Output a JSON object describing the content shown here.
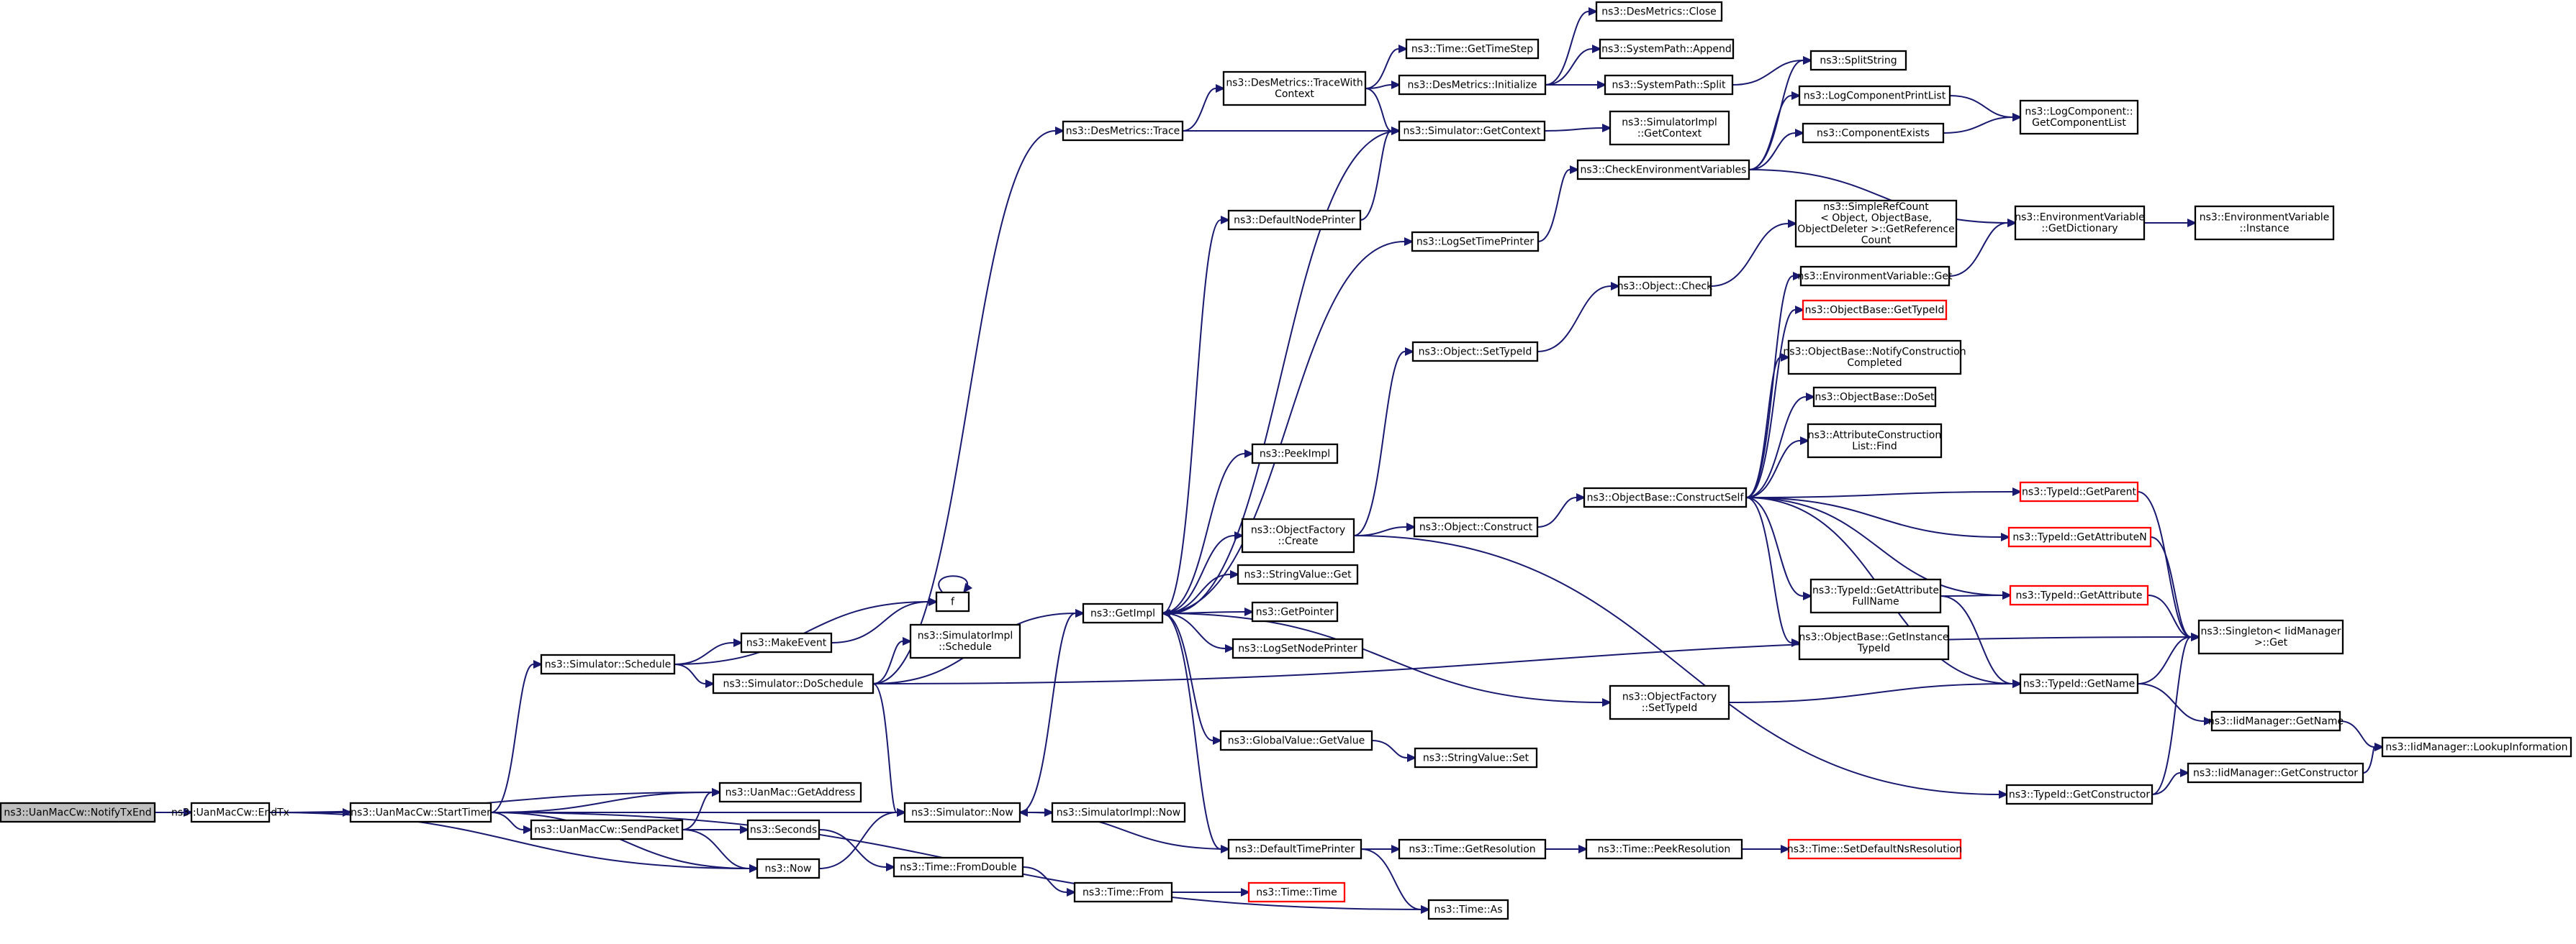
{
  "nodes": [
    {
      "id": "notifytxend",
      "lines": [
        "ns3::UanMacCw::NotifyTxEnd"
      ],
      "style": "root"
    },
    {
      "id": "endtx",
      "lines": [
        "ns3::UanMacCw::EndTx"
      ]
    },
    {
      "id": "starttimer",
      "lines": [
        "ns3::UanMacCw::StartTimer"
      ]
    },
    {
      "id": "getaddress",
      "lines": [
        "ns3::UanMac::GetAddress"
      ]
    },
    {
      "id": "now",
      "lines": [
        "ns3::Now"
      ]
    },
    {
      "id": "simnow",
      "lines": [
        "ns3::Simulator::Now"
      ]
    },
    {
      "id": "schedule",
      "lines": [
        "ns3::Simulator::Schedule"
      ]
    },
    {
      "id": "sendpacket",
      "lines": [
        "ns3::UanMacCw::SendPacket"
      ]
    },
    {
      "id": "timeas",
      "lines": [
        "ns3::Time::As"
      ]
    },
    {
      "id": "f",
      "lines": [
        "f"
      ]
    },
    {
      "id": "makeevent",
      "lines": [
        "ns3::MakeEvent"
      ]
    },
    {
      "id": "doschedule",
      "lines": [
        "ns3::Simulator::DoSchedule"
      ]
    },
    {
      "id": "simimplschedule",
      "lines": [
        "ns3::SimulatorImpl",
        "::Schedule"
      ]
    },
    {
      "id": "destrace",
      "lines": [
        "ns3::DesMetrics::Trace"
      ]
    },
    {
      "id": "getimpl",
      "lines": [
        "ns3::GetImpl"
      ]
    },
    {
      "id": "singletonget",
      "lines": [
        "ns3::Singleton< IidManager",
        ">::Get"
      ]
    },
    {
      "id": "seconds",
      "lines": [
        "ns3::Seconds"
      ]
    },
    {
      "id": "fromdouble",
      "lines": [
        "ns3::Time::FromDouble"
      ]
    },
    {
      "id": "simimplnow",
      "lines": [
        "ns3::SimulatorImpl::Now"
      ]
    },
    {
      "id": "tracewithcontext",
      "lines": [
        "ns3::DesMetrics::TraceWith",
        "Context"
      ]
    },
    {
      "id": "getcontext",
      "lines": [
        "ns3::Simulator::GetContext"
      ]
    },
    {
      "id": "defaultnodeprinter",
      "lines": [
        "ns3::DefaultNodePrinter"
      ]
    },
    {
      "id": "peekimpl",
      "lines": [
        "ns3::PeekImpl"
      ]
    },
    {
      "id": "factorycreate",
      "lines": [
        "ns3::ObjectFactory",
        "::Create"
      ]
    },
    {
      "id": "stringvalueget",
      "lines": [
        "ns3::StringValue::Get"
      ]
    },
    {
      "id": "getpointer",
      "lines": [
        "ns3::GetPointer"
      ]
    },
    {
      "id": "logsetnodeprinter",
      "lines": [
        "ns3::LogSetNodePrinter"
      ]
    },
    {
      "id": "globalvalueget",
      "lines": [
        "ns3::GlobalValue::GetValue"
      ]
    },
    {
      "id": "defaulttimeprinter",
      "lines": [
        "ns3::DefaultTimePrinter"
      ]
    },
    {
      "id": "timefrom",
      "lines": [
        "ns3::Time::From"
      ]
    },
    {
      "id": "timetime",
      "lines": [
        "ns3::Time::Time"
      ],
      "style": "trunc"
    },
    {
      "id": "timegetstep",
      "lines": [
        "ns3::Time::GetTimeStep"
      ]
    },
    {
      "id": "desinitialize",
      "lines": [
        "ns3::DesMetrics::Initialize"
      ]
    },
    {
      "id": "desclose",
      "lines": [
        "ns3::DesMetrics::Close"
      ]
    },
    {
      "id": "pathappend",
      "lines": [
        "ns3::SystemPath::Append"
      ]
    },
    {
      "id": "pathsplit",
      "lines": [
        "ns3::SystemPath::Split"
      ]
    },
    {
      "id": "simimplgetcontext",
      "lines": [
        "ns3::SimulatorImpl",
        "::GetContext"
      ]
    },
    {
      "id": "logsettimeprinter",
      "lines": [
        "ns3::LogSetTimePrinter"
      ]
    },
    {
      "id": "objsettypeid",
      "lines": [
        "ns3::Object::SetTypeId"
      ]
    },
    {
      "id": "objconstruct",
      "lines": [
        "ns3::Object::Construct"
      ]
    },
    {
      "id": "factorysettypeid",
      "lines": [
        "ns3::ObjectFactory",
        "::SetTypeId"
      ]
    },
    {
      "id": "stringvalueset",
      "lines": [
        "ns3::StringValue::Set"
      ]
    },
    {
      "id": "getresolution",
      "lines": [
        "ns3::Time::GetResolution"
      ]
    },
    {
      "id": "checkenv",
      "lines": [
        "ns3::CheckEnvironmentVariables"
      ]
    },
    {
      "id": "objcheck",
      "lines": [
        "ns3::Object::Check"
      ]
    },
    {
      "id": "constructself",
      "lines": [
        "ns3::ObjectBase::ConstructSelf"
      ]
    },
    {
      "id": "peekresolution",
      "lines": [
        "ns3::Time::PeekResolution"
      ]
    },
    {
      "id": "splitstring",
      "lines": [
        "ns3::SplitString"
      ]
    },
    {
      "id": "logcompprintlist",
      "lines": [
        "ns3::LogComponentPrintList"
      ]
    },
    {
      "id": "compexists",
      "lines": [
        "ns3::ComponentExists"
      ]
    },
    {
      "id": "simplerefcount",
      "lines": [
        "ns3::SimpleRefCount",
        "< Object, ObjectBase,",
        "ObjectDeleter >::GetReference",
        "Count"
      ]
    },
    {
      "id": "envget",
      "lines": [
        "ns3::EnvironmentVariable::Get"
      ]
    },
    {
      "id": "objbasegettypeid",
      "lines": [
        "ns3::ObjectBase::GetTypeId"
      ],
      "style": "trunc"
    },
    {
      "id": "notifyconstruction",
      "lines": [
        "ns3::ObjectBase::NotifyConstruction",
        "Completed"
      ]
    },
    {
      "id": "objbasedoset",
      "lines": [
        "ns3::ObjectBase::DoSet"
      ]
    },
    {
      "id": "attrconstfind",
      "lines": [
        "ns3::AttributeConstruction",
        "List::Find"
      ]
    },
    {
      "id": "getattrfullname",
      "lines": [
        "ns3::TypeId::GetAttribute",
        "FullName"
      ]
    },
    {
      "id": "getinstancetypeid",
      "lines": [
        "ns3::ObjectBase::GetInstance",
        "TypeId"
      ]
    },
    {
      "id": "setdefaultnsres",
      "lines": [
        "ns3::Time::SetDefaultNsResolution"
      ],
      "style": "trunc"
    },
    {
      "id": "getcomplist",
      "lines": [
        "ns3::LogComponent::",
        "GetComponentList"
      ]
    },
    {
      "id": "envgetdict",
      "lines": [
        "ns3::EnvironmentVariable",
        "::GetDictionary"
      ]
    },
    {
      "id": "typeidgetparent",
      "lines": [
        "ns3::TypeId::GetParent"
      ],
      "style": "trunc"
    },
    {
      "id": "typeidgetattrn",
      "lines": [
        "ns3::TypeId::GetAttributeN"
      ],
      "style": "trunc"
    },
    {
      "id": "typeidgetattr",
      "lines": [
        "ns3::TypeId::GetAttribute"
      ],
      "style": "trunc"
    },
    {
      "id": "typeidgetname",
      "lines": [
        "ns3::TypeId::GetName"
      ]
    },
    {
      "id": "typeidgetconstructor",
      "lines": [
        "ns3::TypeId::GetConstructor"
      ]
    },
    {
      "id": "envinstance",
      "lines": [
        "ns3::EnvironmentVariable",
        "::Instance"
      ]
    },
    {
      "id": "iidgetname",
      "lines": [
        "ns3::IidManager::GetName"
      ]
    },
    {
      "id": "iidgetconstructor",
      "lines": [
        "ns3::IidManager::GetConstructor"
      ]
    },
    {
      "id": "iidlookup",
      "lines": [
        "ns3::IidManager::LookupInformation"
      ]
    }
  ],
  "edges": [
    [
      "notifytxend",
      "endtx"
    ],
    [
      "endtx",
      "starttimer"
    ],
    [
      "endtx",
      "getaddress"
    ],
    [
      "endtx",
      "now"
    ],
    [
      "endtx",
      "simnow"
    ],
    [
      "starttimer",
      "getaddress"
    ],
    [
      "starttimer",
      "now"
    ],
    [
      "starttimer",
      "schedule"
    ],
    [
      "starttimer",
      "sendpacket"
    ],
    [
      "starttimer",
      "timeas"
    ],
    [
      "sendpacket",
      "getaddress"
    ],
    [
      "sendpacket",
      "now"
    ],
    [
      "sendpacket",
      "seconds"
    ],
    [
      "schedule",
      "f"
    ],
    [
      "schedule",
      "makeevent"
    ],
    [
      "schedule",
      "doschedule"
    ],
    [
      "makeevent",
      "f"
    ],
    [
      "f",
      "f"
    ],
    [
      "doschedule",
      "simimplschedule"
    ],
    [
      "doschedule",
      "destrace"
    ],
    [
      "doschedule",
      "getimpl"
    ],
    [
      "doschedule",
      "simnow"
    ],
    [
      "doschedule",
      "singletonget"
    ],
    [
      "now",
      "simnow"
    ],
    [
      "seconds",
      "fromdouble"
    ],
    [
      "fromdouble",
      "timefrom"
    ],
    [
      "timefrom",
      "timetime"
    ],
    [
      "simnow",
      "getimpl"
    ],
    [
      "simnow",
      "simimplnow"
    ],
    [
      "destrace",
      "tracewithcontext"
    ],
    [
      "destrace",
      "getcontext"
    ],
    [
      "tracewithcontext",
      "timegetstep"
    ],
    [
      "tracewithcontext",
      "desinitialize"
    ],
    [
      "tracewithcontext",
      "getcontext"
    ],
    [
      "desinitialize",
      "desclose"
    ],
    [
      "desinitialize",
      "pathappend"
    ],
    [
      "desinitialize",
      "pathsplit"
    ],
    [
      "pathsplit",
      "splitstring"
    ],
    [
      "getcontext",
      "simimplgetcontext"
    ],
    [
      "getcontext",
      "getimpl"
    ],
    [
      "getimpl",
      "defaultnodeprinter"
    ],
    [
      "getimpl",
      "logsettimeprinter"
    ],
    [
      "getimpl",
      "peekimpl"
    ],
    [
      "getimpl",
      "factorycreate"
    ],
    [
      "getimpl",
      "stringvalueget"
    ],
    [
      "getimpl",
      "getpointer"
    ],
    [
      "getimpl",
      "logsetnodeprinter"
    ],
    [
      "getimpl",
      "globalvalueget"
    ],
    [
      "getimpl",
      "defaulttimeprinter"
    ],
    [
      "getimpl",
      "factorysettypeid"
    ],
    [
      "defaultnodeprinter",
      "getcontext"
    ],
    [
      "globalvalueget",
      "stringvalueset"
    ],
    [
      "defaulttimeprinter",
      "simnow"
    ],
    [
      "defaulttimeprinter",
      "getresolution"
    ],
    [
      "defaulttimeprinter",
      "timeas"
    ],
    [
      "getresolution",
      "peekresolution"
    ],
    [
      "peekresolution",
      "setdefaultnsres"
    ],
    [
      "logsettimeprinter",
      "checkenv"
    ],
    [
      "checkenv",
      "splitstring"
    ],
    [
      "checkenv",
      "logcompprintlist"
    ],
    [
      "checkenv",
      "compexists"
    ],
    [
      "checkenv",
      "envgetdict"
    ],
    [
      "logcompprintlist",
      "getcomplist"
    ],
    [
      "compexists",
      "getcomplist"
    ],
    [
      "factorycreate",
      "objsettypeid"
    ],
    [
      "factorycreate",
      "objconstruct"
    ],
    [
      "factorycreate",
      "typeidgetconstructor"
    ],
    [
      "objsettypeid",
      "objcheck"
    ],
    [
      "objcheck",
      "simplerefcount"
    ],
    [
      "objconstruct",
      "constructself"
    ],
    [
      "constructself",
      "envget"
    ],
    [
      "constructself",
      "objbasegettypeid"
    ],
    [
      "constructself",
      "notifyconstruction"
    ],
    [
      "constructself",
      "objbasedoset"
    ],
    [
      "constructself",
      "attrconstfind"
    ],
    [
      "constructself",
      "typeidgetparent"
    ],
    [
      "constructself",
      "typeidgetattrn"
    ],
    [
      "constructself",
      "typeidgetattr"
    ],
    [
      "constructself",
      "getattrfullname"
    ],
    [
      "constructself",
      "getinstancetypeid"
    ],
    [
      "constructself",
      "typeidgetname"
    ],
    [
      "envget",
      "envgetdict"
    ],
    [
      "envgetdict",
      "envinstance"
    ],
    [
      "getattrfullname",
      "typeidgetattr"
    ],
    [
      "getattrfullname",
      "typeidgetname"
    ],
    [
      "typeidgetparent",
      "singletonget"
    ],
    [
      "typeidgetattrn",
      "singletonget"
    ],
    [
      "typeidgetattr",
      "singletonget"
    ],
    [
      "typeidgetname",
      "singletonget"
    ],
    [
      "typeidgetconstructor",
      "singletonget"
    ],
    [
      "typeidgetname",
      "iidgetname"
    ],
    [
      "iidgetname",
      "iidlookup"
    ],
    [
      "typeidgetconstructor",
      "iidgetconstructor"
    ],
    [
      "iidgetconstructor",
      "iidlookup"
    ],
    [
      "factorysettypeid",
      "typeidgetname"
    ]
  ]
}
